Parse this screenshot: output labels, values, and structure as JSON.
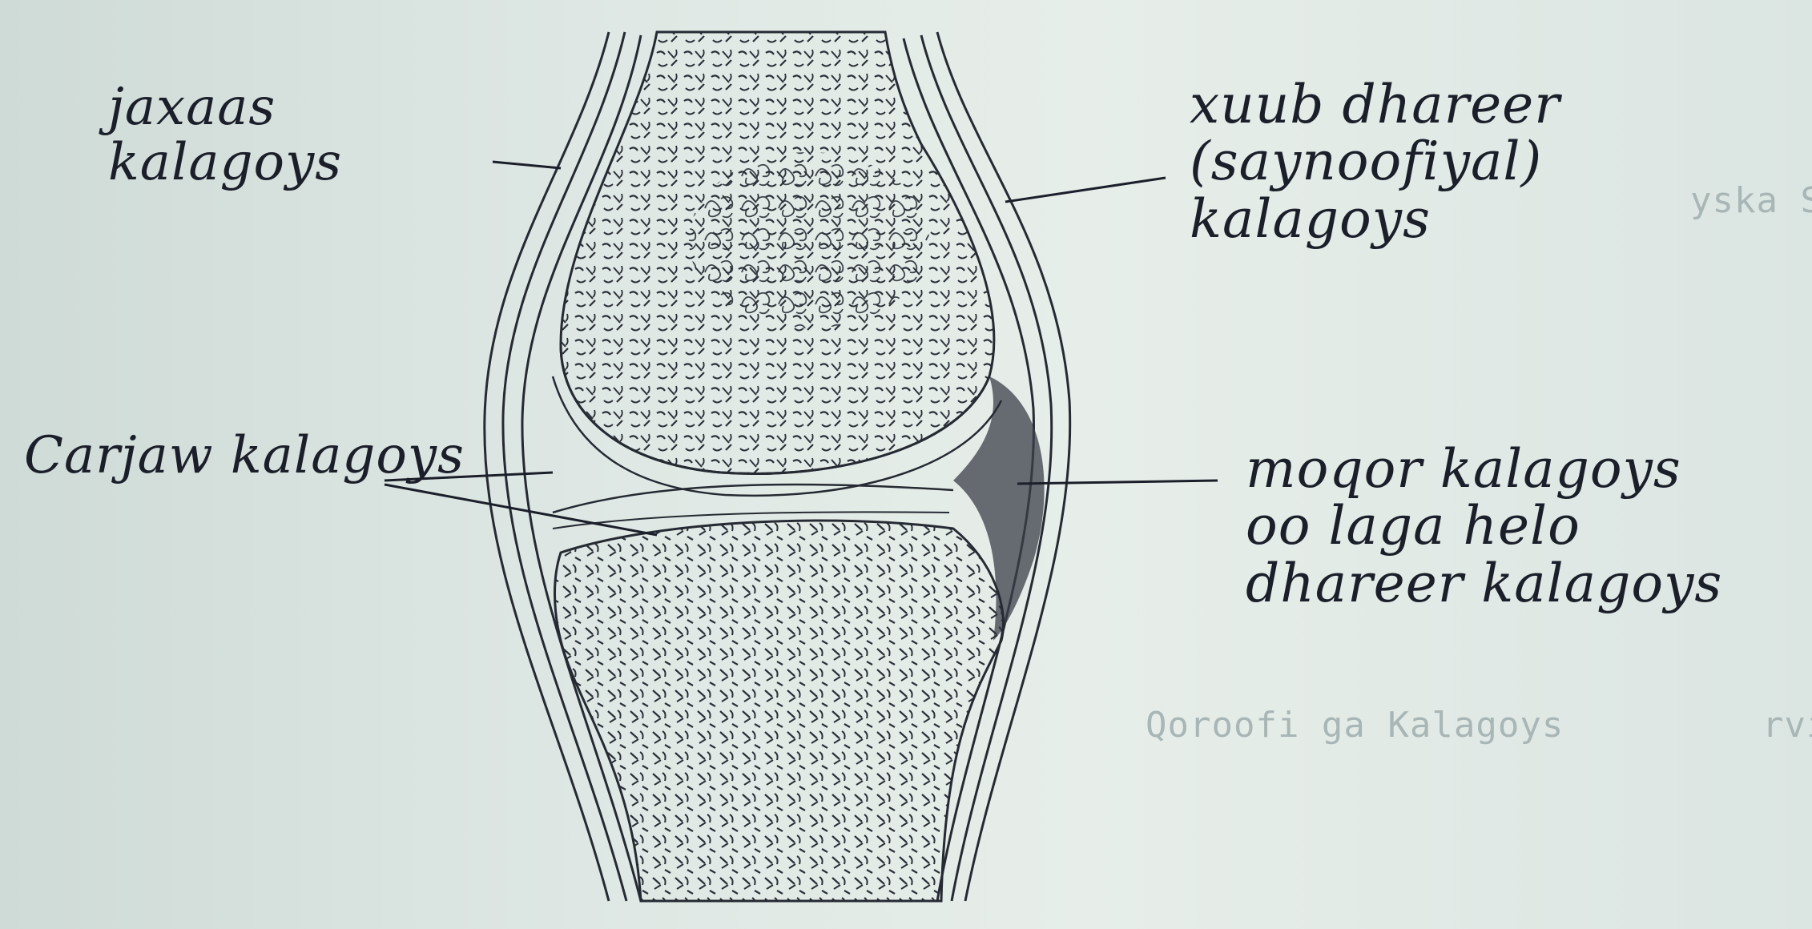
{
  "diagram": {
    "labels": {
      "fibrous_capsule": [
        "jaxaas",
        "kalagoys"
      ],
      "synovial_membrane": [
        "xuub dhareer",
        "(saynoofiyal)",
        "kalagoys"
      ],
      "articular_cartilage": "Carjaw kalagoys",
      "joint_cavity": [
        "moqor kalagoys",
        "oo laga helo",
        "dhareer kalagoys"
      ]
    },
    "background_text": {
      "line_1": "yska Saynoofiyal",
      "line_2": "rvity).",
      "line_3": "Qoroofi ga Kalagoys"
    },
    "colors": {
      "paper": "#e1e9e5",
      "ink": "#1b1f2a",
      "faint_print": "#a9b6b6"
    }
  }
}
